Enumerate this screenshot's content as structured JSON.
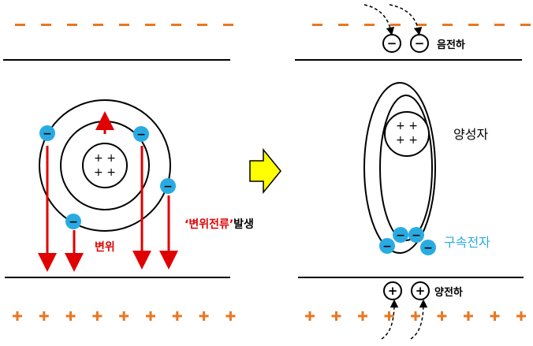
{
  "labels": {
    "displacement": "변위",
    "displacement_current_quote": "‘변위전류’",
    "occurs": "발생",
    "negative_charge": "음전하",
    "positive_charge": "양전하",
    "polarized_atom": "양성자",
    "bound_electrons": "구속전자"
  },
  "symbols": {
    "minus": "−",
    "plus": "+",
    "plus_pair": "+ +"
  },
  "colors": {
    "orange": "#e87722",
    "red": "#e00000",
    "electron": "#29abe2",
    "blue_label": "#29abe2",
    "arrow_yellow": "#ffff00",
    "black": "#000000"
  }
}
